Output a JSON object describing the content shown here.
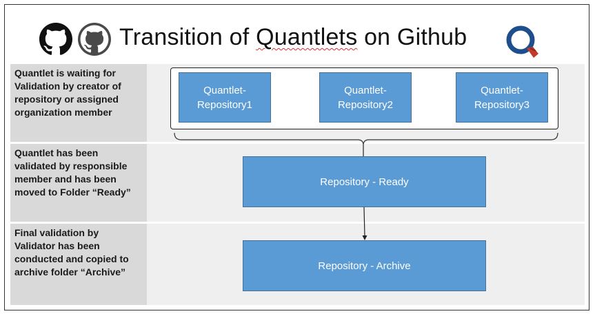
{
  "title": {
    "prefix": "Transition of ",
    "underlined": "Quantlets",
    "suffix": " on Github"
  },
  "icons": [
    "github-octocat-icon",
    "github-octocat-icon",
    "quantlet-q-logo-icon"
  ],
  "colors": {
    "box_fill": "#5b9bd5",
    "box_border": "#41719c",
    "label_bg": "#d9d9d9",
    "row_bg": "#efefef",
    "logo_blue": "#1f4e8c",
    "logo_red": "#c0392b"
  },
  "stages": [
    {
      "label_lines": [
        "Quantlet is waiting for",
        "Validation by creator of",
        "repository or assigned",
        "organization member"
      ],
      "boxes": [
        {
          "lines": [
            "Quantlet-",
            "Repository1"
          ]
        },
        {
          "lines": [
            "Quantlet-",
            "Repository2"
          ]
        },
        {
          "lines": [
            "Quantlet-",
            "Repository3"
          ]
        }
      ]
    },
    {
      "label_lines": [
        "Quantlet has been",
        "validated by responsible",
        "member and has been",
        "moved to Folder “Ready”"
      ],
      "box": "Repository - Ready"
    },
    {
      "label_lines": [
        "Final validation by",
        "Validator has been",
        "conducted and copied to",
        "archive folder “Archive”"
      ],
      "box": "Repository - Archive"
    }
  ]
}
